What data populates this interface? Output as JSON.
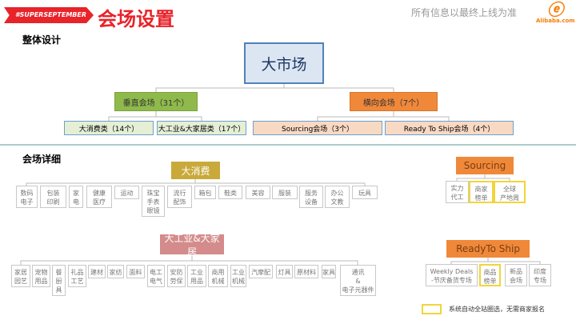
{
  "header": {
    "banner": "#SUPERSEPTEMBER",
    "title": "会场设置",
    "notice": "所有信息以最终上线为准",
    "logo_text": "Alibaba.com"
  },
  "overview": {
    "section_label": "整体设计",
    "root": "大市场",
    "vertical": {
      "label": "垂直会场（31个）",
      "children": [
        "大消费类（14个）",
        "大工业&大家居类（17个）"
      ]
    },
    "horizontal": {
      "label": "横向会场（7个）",
      "children": [
        "Sourcing会场（3个）",
        "Ready To Ship会场（4个）"
      ]
    }
  },
  "detail": {
    "section_label": "会场详细",
    "consumer": {
      "label": "大消费",
      "items": [
        "数码\n电子",
        "包装\n印刷",
        "家\n电",
        "健康\n医疗",
        "运动",
        "珠宝\n手表\n眼镜",
        "流行\n配饰",
        "箱包",
        "鞋类",
        "美容",
        "服装",
        "服务\n设备",
        "办公\n文教",
        "玩具"
      ]
    },
    "industry": {
      "label": "大工业&大家居",
      "items": [
        "家居\n园艺",
        "宠物\n用品",
        "餐\n厨\n具",
        "礼品\n工艺",
        "建材",
        "家纺",
        "面料",
        "电工\n电气",
        "安防\n劳保",
        "工业\n用品",
        "商用\n机械",
        "工业\n机械",
        "汽摩配",
        "灯具",
        "原材料",
        "家具",
        "通讯\n&\n电子元器件"
      ]
    },
    "sourcing": {
      "label": "Sourcing",
      "items": [
        "实力\n代工",
        "商家\n榜单",
        "全球\n产地周"
      ],
      "highlighted": [
        1,
        2
      ]
    },
    "rts": {
      "label": "ReadyTo Ship",
      "items": [
        "Weekly Deals\n-节庆备货专场",
        "商品\n榜单",
        "新品\n会场",
        "印度\n专场"
      ],
      "highlighted": [
        1
      ]
    }
  },
  "legend": {
    "text": "系统自动全站圈选，无需商家报名",
    "color": "#f2d43a"
  },
  "colors": {
    "brand_red": "#e8232a",
    "root_fill": "#dce6f2",
    "root_border": "#4f81bd",
    "green": "#8fba4b",
    "orange": "#f0883a",
    "gold": "#c8a93a",
    "pink": "#d48b8b"
  }
}
